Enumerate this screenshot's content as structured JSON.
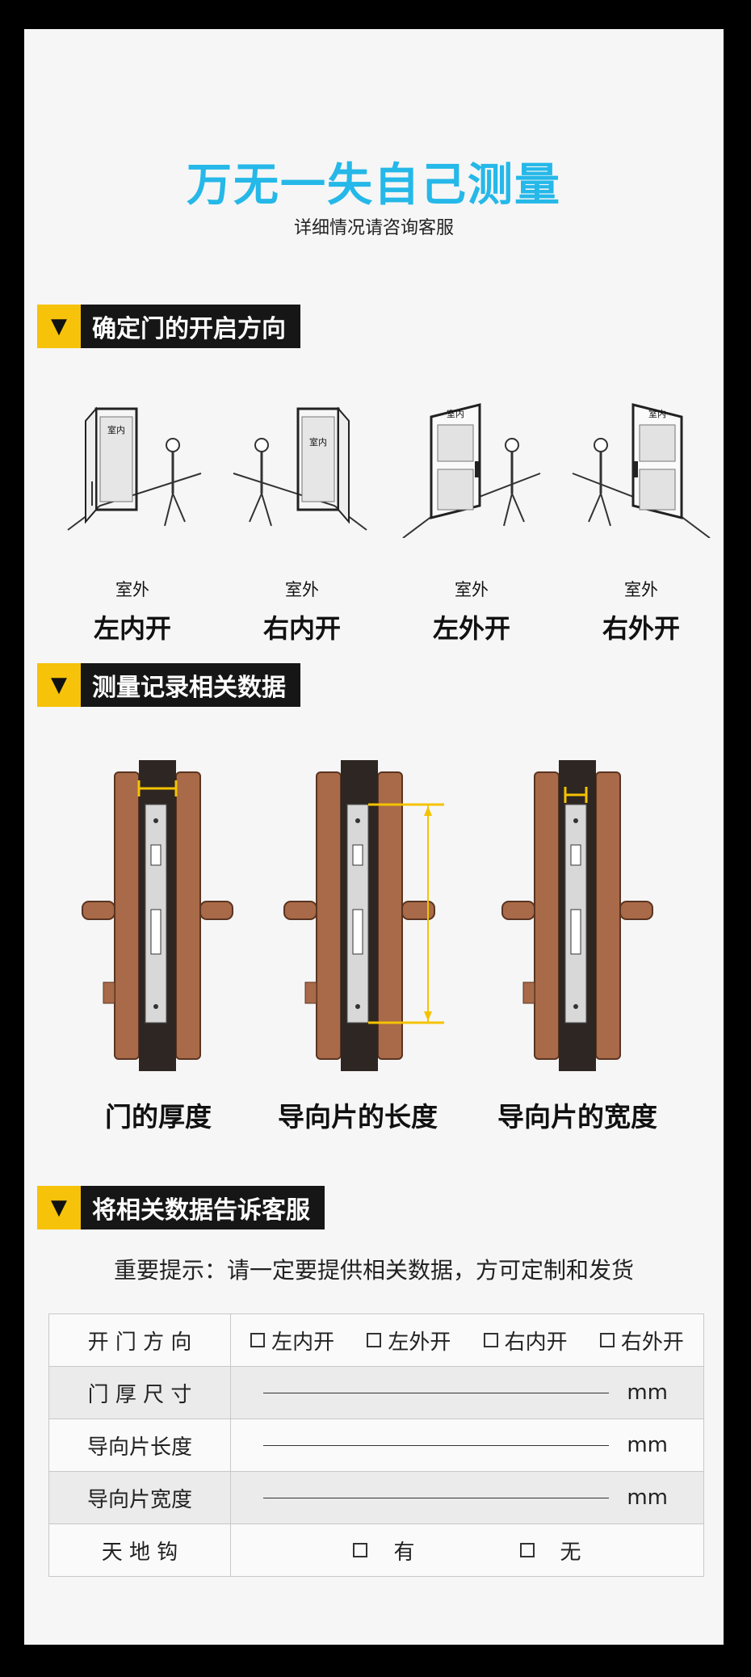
{
  "header": {
    "title": "万无一失自己测量",
    "subtitle": "详细情况请咨询客服"
  },
  "section1": {
    "marker": "▼",
    "title": "确定门的开启方向",
    "doors": [
      {
        "inside": "室内",
        "outside": "室外",
        "caption": "左内开"
      },
      {
        "inside": "室内",
        "outside": "室外",
        "caption": "右内开"
      },
      {
        "inside": "室内",
        "outside": "室外",
        "caption": "左外开"
      },
      {
        "inside": "室内",
        "outside": "室外",
        "caption": "右外开"
      }
    ]
  },
  "section2": {
    "marker": "▼",
    "title": "测量记录相关数据",
    "captions": [
      "门的厚度",
      "导向片的长度",
      "导向片的宽度"
    ]
  },
  "section3": {
    "marker": "▼",
    "title": "将相关数据告诉客服",
    "notice": "重要提示：请一定要提供相关数据，方可定制和发货"
  },
  "table": {
    "rows": [
      {
        "label": "开 门 方 向",
        "options": [
          "左内开",
          "左外开",
          "右内开",
          "右外开"
        ]
      },
      {
        "label": "门 厚 尺 寸",
        "unit": "mm"
      },
      {
        "label": "导向片长度",
        "unit": "mm"
      },
      {
        "label": "导向片宽度",
        "unit": "mm"
      },
      {
        "label": "天  地  钩",
        "options": [
          "有",
          "无"
        ]
      }
    ]
  },
  "colors": {
    "title": "#25b8e8",
    "marker": "#f6c20a",
    "header_bg": "#161616",
    "measure_line": "#f4c300",
    "lock_copper": "#a86a48"
  }
}
